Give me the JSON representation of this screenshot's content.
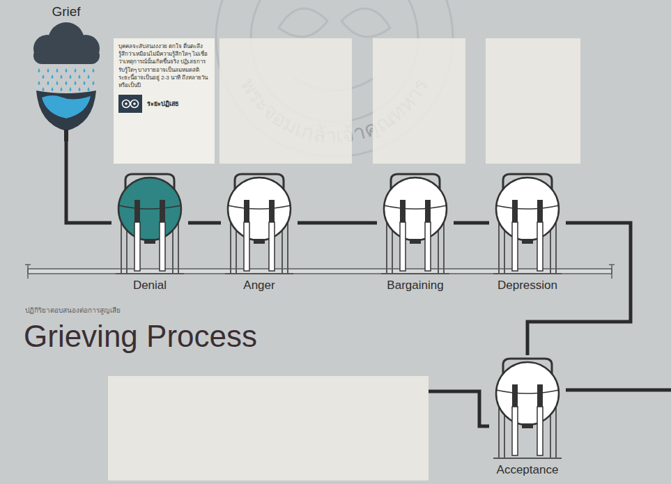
{
  "diagram": {
    "title": "Grieving Process",
    "nodes": [
      {
        "text": [
          "Grief"
        ]
      },
      {
        "text": [
          "บุคคลจะสับสนงงงวย ตกใจ ตื่นตะลึง รู้สึกว่าเหมือนไม่มีความรู้สึกใดๆ ไม่เชื่อว่าเหตุการณ์นั้นเกิดขึ้นจริง ปฏิเสธการรับรู้ใดๆ บางรายอาจเป็นลมหมดสติ ระยะนี้อาจเป็นอยู่ 2-3 นาที ถึงหลายวันหรือเป็นปี",
          "ระยะปฏิเสธ"
        ]
      },
      {
        "text": [
          "Denial"
        ]
      },
      {
        "text": [
          "Anger"
        ]
      },
      {
        "text": [
          "Bargaining"
        ]
      },
      {
        "text": [
          "Depression"
        ]
      },
      {
        "text": [
          "Acceptance"
        ]
      }
    ],
    "edges": [
      {
        "from": 0,
        "to": 2,
        "arrow": "none"
      },
      {
        "from": 2,
        "to": 3,
        "arrow": "none"
      },
      {
        "from": 3,
        "to": 4,
        "arrow": "none"
      },
      {
        "from": 4,
        "to": 5,
        "arrow": "none"
      },
      {
        "from": 5,
        "to": 6,
        "arrow": "none"
      }
    ],
    "labels": [
      "ปฏิกิริยาตอบสนองต่อการสูญเสีย",
      "พระจอมเกล้าเจ้าคุณทหาร"
    ]
  }
}
